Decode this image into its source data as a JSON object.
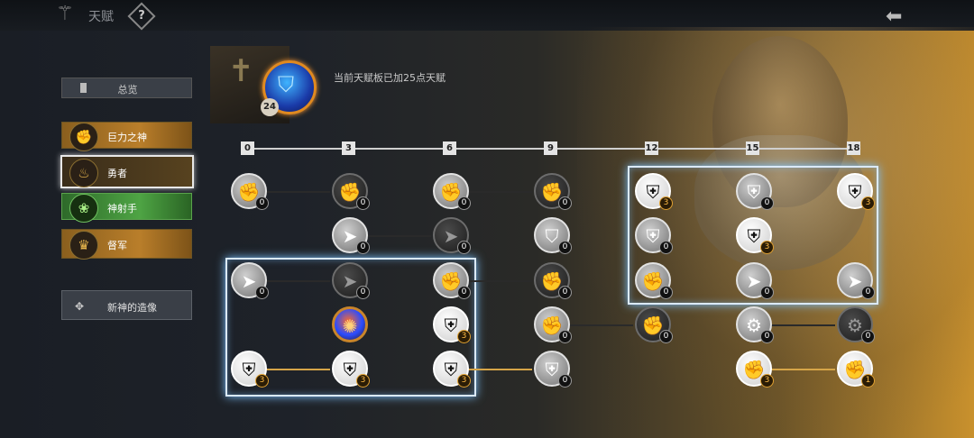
{
  "header": {
    "title": "天赋",
    "help_icon": "?",
    "back_icon": "⬅"
  },
  "sidebar": {
    "overview_label": "总览",
    "tabs": [
      {
        "label": "巨力之神",
        "icon": "fist-icon"
      },
      {
        "label": "勇者",
        "icon": "flame-icon"
      },
      {
        "label": "神射手",
        "icon": "swirl-icon"
      },
      {
        "label": "督军",
        "icon": "crest-icon"
      }
    ],
    "statue_label": "新神的造像"
  },
  "summary": {
    "level": "24",
    "text": "当前天赋板已加25点天赋"
  },
  "scale": [
    "0",
    "3",
    "6",
    "9",
    "12",
    "15",
    "18"
  ],
  "nodes": [
    {
      "id": "r1c0",
      "icon": "fist",
      "count": "0",
      "state": "inactive"
    },
    {
      "id": "r1c1",
      "icon": "fist",
      "count": "0",
      "state": "dim"
    },
    {
      "id": "r1c2",
      "icon": "fist",
      "count": "0",
      "state": "inactive"
    },
    {
      "id": "r1c3",
      "icon": "fist",
      "count": "0",
      "state": "dim"
    },
    {
      "id": "r1c4",
      "icon": "armor",
      "count": "3",
      "state": "active"
    },
    {
      "id": "r1c5",
      "icon": "armor",
      "count": "0",
      "state": "inactive"
    },
    {
      "id": "r1c6",
      "icon": "armor",
      "count": "3",
      "state": "active"
    },
    {
      "id": "r2c1",
      "icon": "boot",
      "count": "0",
      "state": "inactive"
    },
    {
      "id": "r2c2",
      "icon": "boot",
      "count": "0",
      "state": "dim"
    },
    {
      "id": "r2c3",
      "icon": "shield",
      "count": "0",
      "state": "inactive"
    },
    {
      "id": "r2c4",
      "icon": "armor",
      "count": "0",
      "state": "inactive"
    },
    {
      "id": "r2c5",
      "icon": "armor",
      "count": "3",
      "state": "active"
    },
    {
      "id": "r3c0",
      "icon": "boot",
      "count": "0",
      "state": "inactive"
    },
    {
      "id": "r3c1",
      "icon": "boot",
      "count": "0",
      "state": "dim"
    },
    {
      "id": "r3c2",
      "icon": "fist",
      "count": "0",
      "state": "inactive"
    },
    {
      "id": "r3c3",
      "icon": "fist",
      "count": "0",
      "state": "dim"
    },
    {
      "id": "r3c4",
      "icon": "fist",
      "count": "0",
      "state": "inactive"
    },
    {
      "id": "r3c5",
      "icon": "boot",
      "count": "0",
      "state": "inactive"
    },
    {
      "id": "r3c6",
      "icon": "boot",
      "count": "0",
      "state": "inactive"
    },
    {
      "id": "r4c1",
      "icon": "orb",
      "count": "",
      "state": "cur"
    },
    {
      "id": "r4c2",
      "icon": "armor",
      "count": "3",
      "state": "active"
    },
    {
      "id": "r4c3",
      "icon": "fist",
      "count": "0",
      "state": "inactive"
    },
    {
      "id": "r4c4",
      "icon": "fist",
      "count": "0",
      "state": "dim"
    },
    {
      "id": "r4c5",
      "icon": "cog",
      "count": "0",
      "state": "inactive"
    },
    {
      "id": "r4c6",
      "icon": "cog",
      "count": "0",
      "state": "dim"
    },
    {
      "id": "r5c0",
      "icon": "armor",
      "count": "3",
      "state": "active"
    },
    {
      "id": "r5c1",
      "icon": "armor",
      "count": "3",
      "state": "active"
    },
    {
      "id": "r5c2",
      "icon": "armor",
      "count": "3",
      "state": "active"
    },
    {
      "id": "r5c3",
      "icon": "armor",
      "count": "0",
      "state": "inactive"
    },
    {
      "id": "r5c5",
      "icon": "fist-burst",
      "count": "3",
      "state": "active"
    },
    {
      "id": "r5c6",
      "icon": "fist-burst",
      "count": "1",
      "state": "active"
    }
  ]
}
